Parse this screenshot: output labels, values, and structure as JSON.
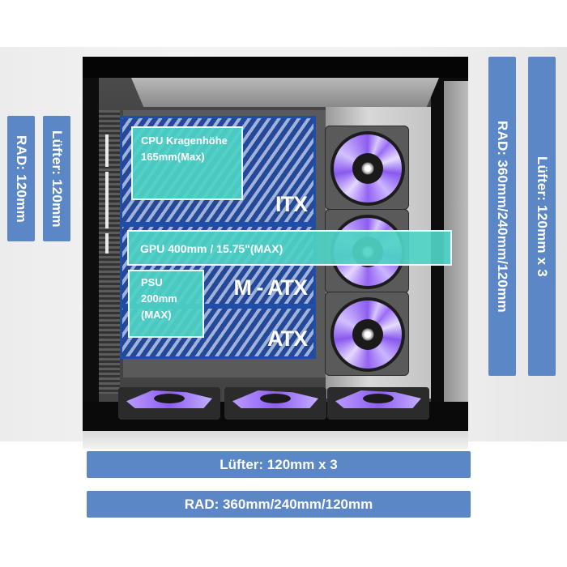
{
  "left_labels": [
    {
      "text": "RAD: 120mm"
    },
    {
      "text": "Lüfter: 120mm"
    }
  ],
  "right_labels": [
    {
      "text": "RAD: 360mm/240mm/120mm"
    },
    {
      "text": "Lüfter: 120mm x 3"
    }
  ],
  "bottom_labels": [
    {
      "text": "Lüfter: 120mm x 3"
    },
    {
      "text": "RAD: 360mm/240mm/120mm"
    }
  ],
  "zones": [
    {
      "label": "ITX"
    },
    {
      "label": "M - ATX"
    },
    {
      "label": "ATX"
    }
  ],
  "specs": {
    "cpu_line1": "CPU Kragenhöhe",
    "cpu_line2": "165mm(Max)",
    "gpu": "GPU 400mm / 15.75\"(MAX)",
    "psu_line1": "PSU",
    "psu_line2": "200mm",
    "psu_line3": "(MAX)"
  },
  "colors": {
    "label_blue": "#5b87c6",
    "zone_blue": "#1f4ea8",
    "teal": "#4ed4c4",
    "fan_purple": "#8c5cf0"
  }
}
